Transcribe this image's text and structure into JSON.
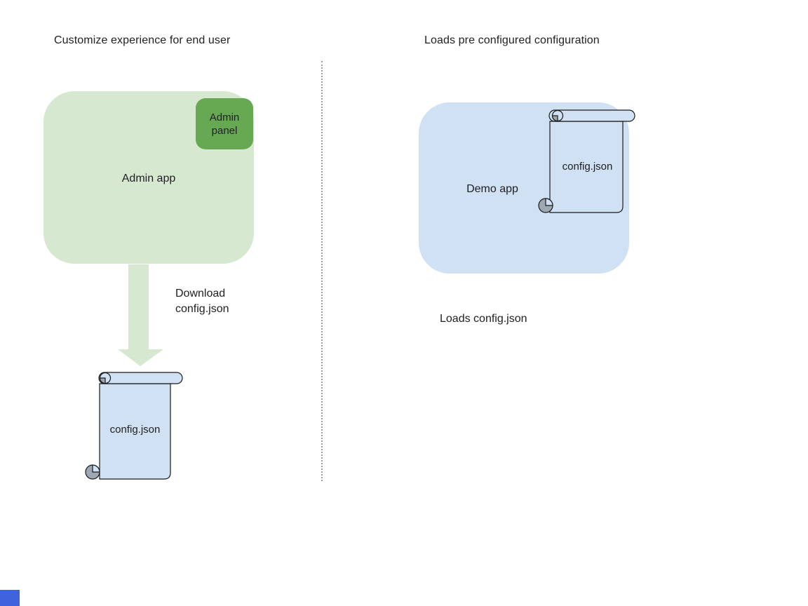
{
  "colors": {
    "background": "#FFFFFF",
    "app_green": "#D7E8D1",
    "panel_green": "#67A853",
    "app_blue": "#CFE1F2",
    "scroll_blue": "#CFE1F2",
    "scroll_curl_gray": "#9EA8B2",
    "outline": "#1A1A1A",
    "divider_gray": "#9E9E9E",
    "text": "#202124",
    "corner_blue": "#3E63DD"
  },
  "left": {
    "title": "Customize experience for end user",
    "admin_app_label": "Admin app",
    "admin_panel_label": "Admin panel",
    "arrow_caption": "Download\nconfig.json",
    "file_label": "config.json"
  },
  "right": {
    "title": "Loads pre configured configuration",
    "demo_app_label": "Demo app",
    "file_label": "config.json",
    "caption": "Loads config.json"
  }
}
